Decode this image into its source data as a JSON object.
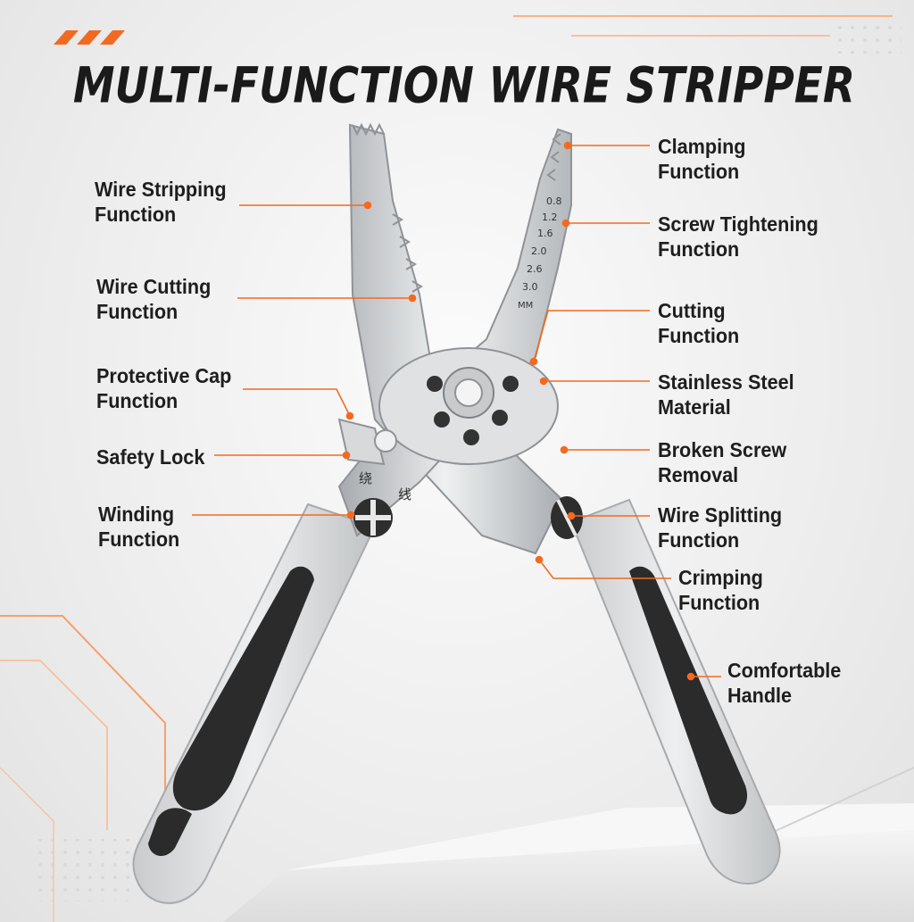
{
  "title": "MULTI-FUNCTION WIRE STRIPPER",
  "accent_color": "#f26a21",
  "labels": {
    "wire_stripping": [
      "Wire Stripping",
      "Function"
    ],
    "wire_cutting": [
      "Wire Cutting",
      "Function"
    ],
    "protective_cap": [
      "Protective Cap",
      "Function"
    ],
    "safety_lock": [
      "Safety Lock"
    ],
    "winding": [
      "Winding",
      "Function"
    ],
    "clamping": [
      "Clamping",
      "Function"
    ],
    "screw_tightening": [
      "Screw Tightening",
      "Function"
    ],
    "cutting": [
      "Cutting",
      "Function"
    ],
    "stainless_steel": [
      "Stainless Steel",
      "Material"
    ],
    "broken_screw": [
      "Broken Screw",
      "Removal"
    ],
    "wire_splitting": [
      "Wire Splitting",
      "Function"
    ],
    "crimping": [
      "Crimping",
      "Function"
    ],
    "comfortable_handle": [
      "Comfortable",
      "Handle"
    ]
  },
  "gauge_scale": [
    "0.8",
    "1.2",
    "1.6",
    "2.0",
    "2.6",
    "3.0",
    "MM"
  ],
  "jaw_characters": [
    "绕",
    "线"
  ]
}
